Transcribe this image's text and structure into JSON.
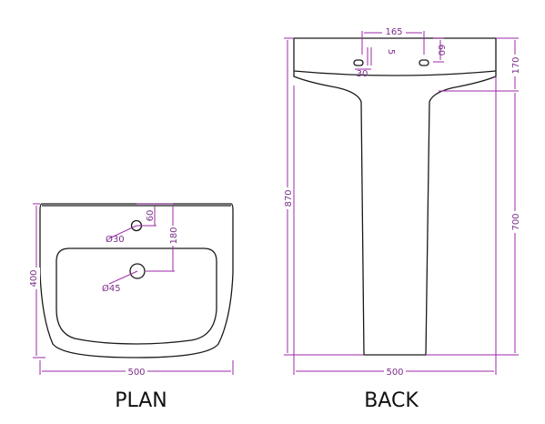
{
  "colors": {
    "outline": "#1a1a1a",
    "dimension": "#9c2aa8",
    "dimension_text": "#7b2f8a"
  },
  "views": {
    "plan": {
      "label": "PLAN",
      "dims": {
        "width": "500",
        "depth": "400",
        "tap_hole": "Ø30",
        "tap_offset": "60",
        "waste_offset": "180",
        "waste_hole": "Ø45"
      }
    },
    "back": {
      "label": "BACK",
      "dims": {
        "height": "870",
        "width": "500",
        "pedestal": "700",
        "top": "170",
        "fixing_spacing": "165",
        "fixing_height": "60",
        "fixing_a": "5",
        "fixing_b": "30"
      }
    }
  }
}
